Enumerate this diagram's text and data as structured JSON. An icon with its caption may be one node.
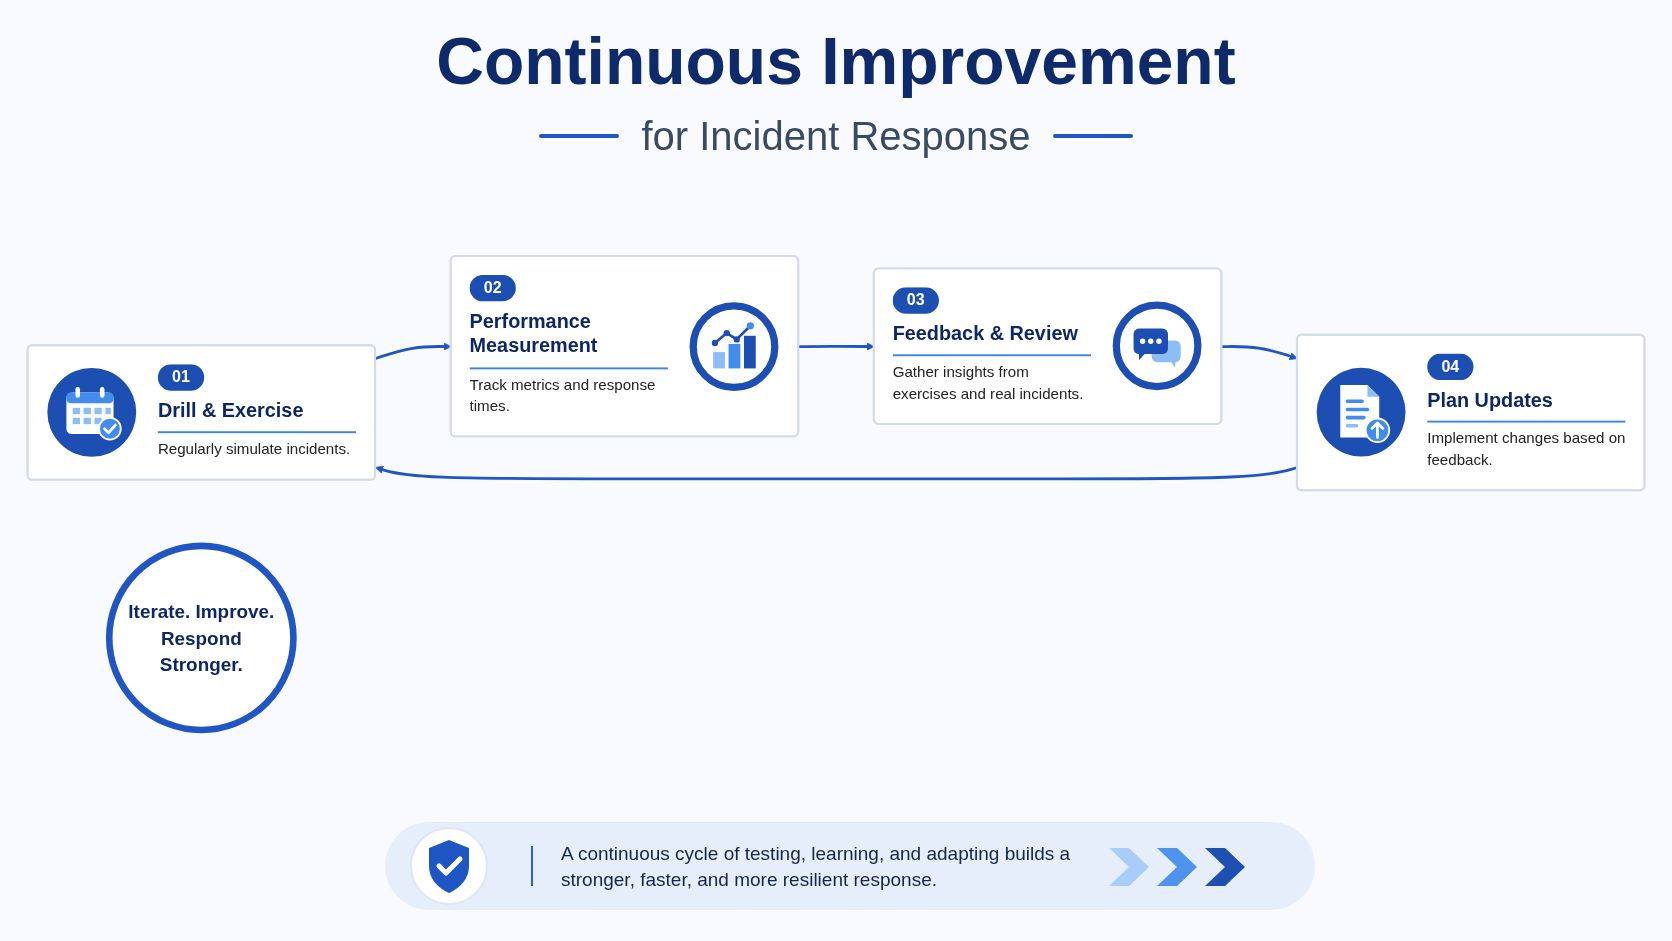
{
  "diagram": {
    "title": "Continuous Improvement",
    "caption": "A continuous cycle of testing, learning, and adapting builds a stronger, faster, and more resilient response.",
    "nodes": [
      {
        "text": [
          "01",
          "Drill & Exercise",
          "Regularly simulate incidents."
        ]
      },
      {
        "text": [
          "02",
          "Performance Measurement",
          "Track metrics and response times."
        ]
      },
      {
        "text": [
          "03",
          "Feedback & Review",
          "Gather insights from exercises and real incidents."
        ]
      },
      {
        "text": [
          "04",
          "Plan Updates",
          "Implement changes based on feedback."
        ]
      },
      {
        "text": [
          "Iterate. Improve. Respond Stronger."
        ]
      }
    ],
    "edges": [
      {
        "from": 0,
        "to": 1,
        "arrow": "to"
      },
      {
        "from": 1,
        "to": 2,
        "arrow": "to"
      },
      {
        "from": 2,
        "to": 3,
        "arrow": "to"
      },
      {
        "from": 3,
        "to": 0,
        "arrow": "to"
      }
    ],
    "labels": [
      "for Incident Response"
    ]
  }
}
